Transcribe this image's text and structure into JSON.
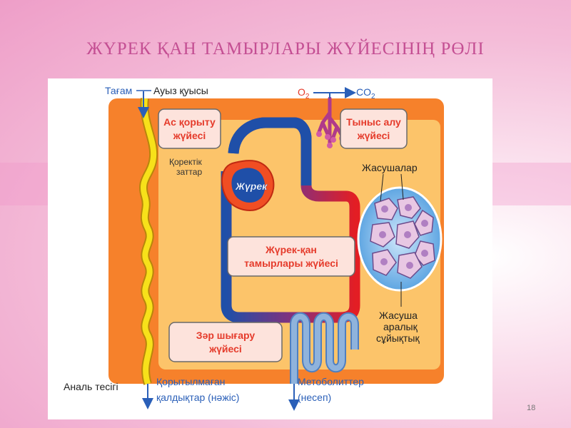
{
  "slide": {
    "title": "ЖҮРЕК ҚАН ТАМЫРЛАРЫ ЖҮЙЕСІНІҢ РӨЛІ",
    "page_number": "18"
  },
  "diagram": {
    "labels": {
      "food": "Тағам",
      "mouth": "Ауыз қуысы",
      "o2": "O",
      "o2_sub": "2",
      "co2": "CO",
      "co2_sub": "2",
      "nutrients_line1": "Қоректік",
      "nutrients_line2": "заттар",
      "heart": "Жүрек",
      "cells": "Жасушалар",
      "interstitial_line1": "Жасуша",
      "interstitial_line2": "аралық",
      "interstitial_line3": "сұйықтық",
      "anus": "Аналь тесігі",
      "undigested_line1": "Қорытылмаған",
      "undigested_line2": "қалдықтар (нәжіс)",
      "metabolites_line1": "Метоболиттер",
      "metabolites_line2": "(несеп)"
    },
    "boxes": {
      "digestive_line1": "Ас қорыту",
      "digestive_line2": "жүйесі",
      "respiratory_line1": "Тыныс алу",
      "respiratory_line2": "жүйесі",
      "cardiovascular_line1": "Жүрек-қан",
      "cardiovascular_line2": "тамырлары жүйесі",
      "excretory_line1": "Зәр шығару",
      "excretory_line2": "жүйесі"
    },
    "colors": {
      "body_outer": "#f6812b",
      "body_inner": "#fcc46a",
      "box_text": "#e53b2b",
      "arterial": "#e31e24",
      "venous": "#1f4fa8",
      "digestive_tract": "#f7e11a",
      "kidney": "#8fb3dc",
      "cell": "#e8c7e3",
      "nucleus": "#b07fc2"
    }
  }
}
